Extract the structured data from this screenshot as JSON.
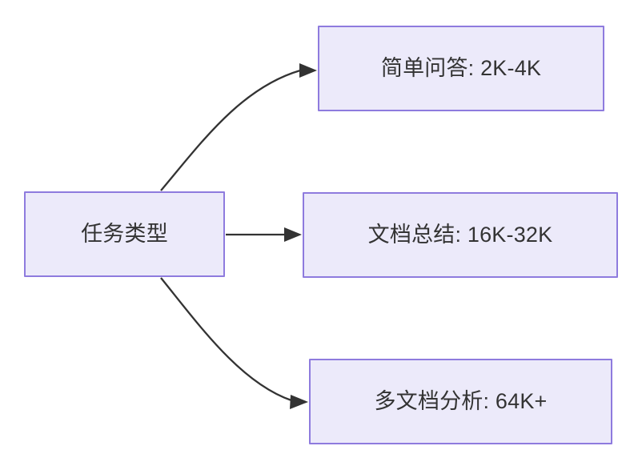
{
  "diagram": {
    "type": "flowchart",
    "direction": "left-to-right",
    "title_text": "",
    "colors": {
      "node_fill": "#ECEAFA",
      "node_border": "#8E7BDE",
      "node_text": "#333333",
      "edge_stroke": "#333333",
      "background": "#FFFFFF"
    },
    "root": {
      "id": "root",
      "label": "任务类型"
    },
    "children": [
      {
        "id": "child-0",
        "label": "简单问答: 2K-4K",
        "task": "简单问答",
        "range": "2K-4K"
      },
      {
        "id": "child-1",
        "label": "文档总结: 16K-32K",
        "task": "文档总结",
        "range": "16K-32K"
      },
      {
        "id": "child-2",
        "label": "多文档分析: 64K+",
        "task": "多文档分析",
        "range": "64K+"
      }
    ],
    "edges": [
      {
        "id": "edge-0",
        "from": "root",
        "to": "child-0",
        "label": "",
        "style": "curved",
        "arrow": "arrowhead-filled"
      },
      {
        "id": "edge-1",
        "from": "root",
        "to": "child-1",
        "label": "",
        "style": "straight",
        "arrow": "arrowhead-filled"
      },
      {
        "id": "edge-2",
        "from": "root",
        "to": "child-2",
        "label": "",
        "style": "curved",
        "arrow": "arrowhead-filled"
      }
    ]
  }
}
